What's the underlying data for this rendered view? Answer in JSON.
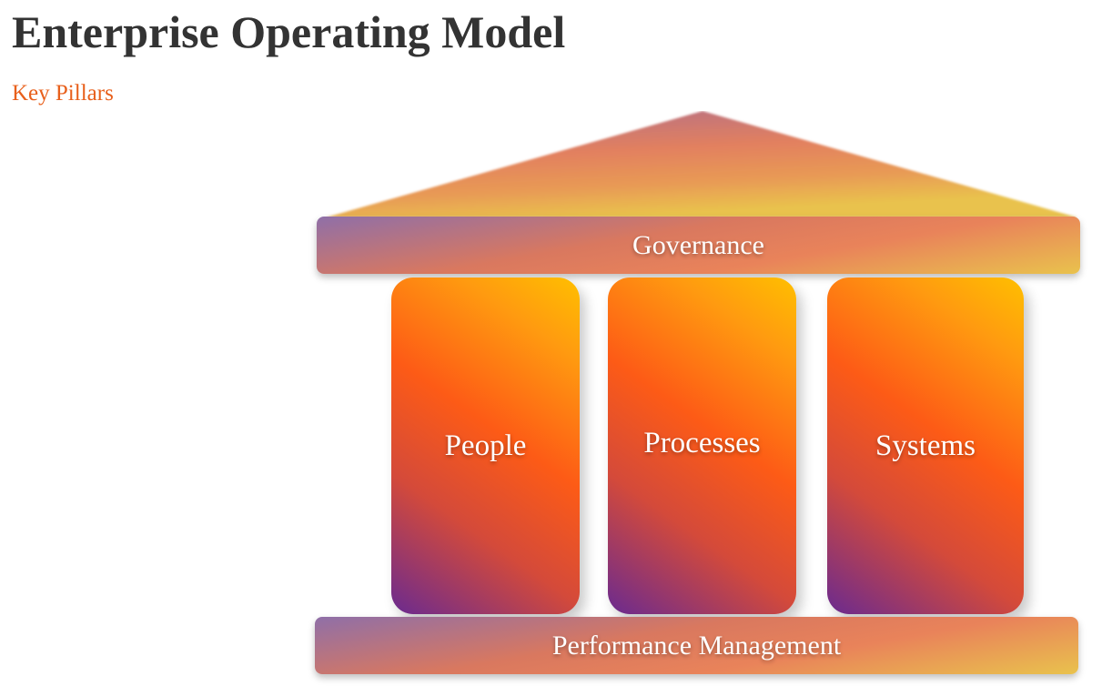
{
  "header": {
    "title": "Enterprise Operating Model",
    "subtitle": "Key Pillars"
  },
  "diagram": {
    "top_beam": "Governance",
    "pillars": [
      {
        "label": "People"
      },
      {
        "label": "Processes"
      },
      {
        "label": "Systems"
      }
    ],
    "base_beam": "Performance Management"
  },
  "colors": {
    "title": "#333333",
    "subtitle": "#e8601c",
    "pillar_gradient_start": "#ffbf00",
    "pillar_gradient_mid": "#fd5b16",
    "pillar_gradient_end": "#6a2a90",
    "beam_gradient_start": "#8f6fa8",
    "beam_gradient_end": "#e9c24d"
  }
}
